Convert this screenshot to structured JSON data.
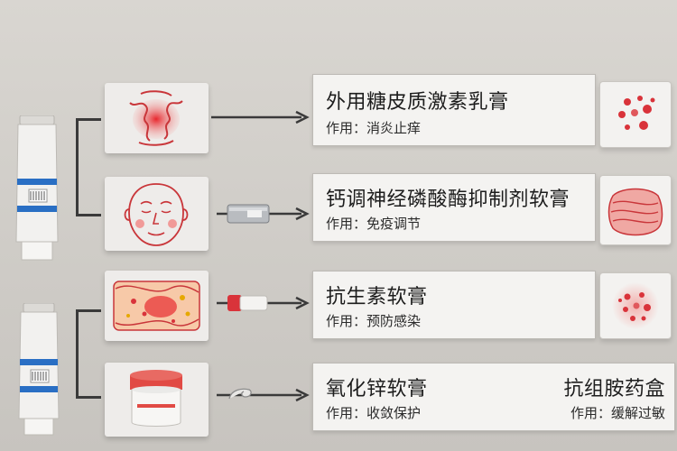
{
  "rows": [
    {
      "title": "外用糖皮质激素乳膏",
      "effect": "作用：消炎止痒"
    },
    {
      "title": "钙调神经磷酸酶抑制剂软膏",
      "effect": "作用：免疫调节"
    },
    {
      "title": "抗生素软膏",
      "effect": "作用：预防感染"
    },
    {
      "title": "氧化锌软膏",
      "effect": "作用：收敛保护"
    }
  ],
  "extra": {
    "title": "抗组胺药盒",
    "effect": "作用：缓解过敏"
  },
  "colors": {
    "accent_red": "#d9333a",
    "tube_blue": "#2a6fc4",
    "line": "#3a3a3a"
  }
}
